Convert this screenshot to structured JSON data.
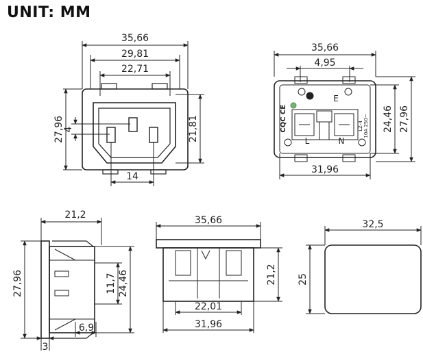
{
  "title": "UNIT: MM",
  "front_view": {
    "width_overall": "35,66",
    "width_flange": "29,81",
    "width_opening": "22,71",
    "height_overall": "27,96",
    "pin_offset": "4",
    "height_body": "21,81",
    "pin_spacing": "14"
  },
  "rear_view": {
    "width_overall": "35,66",
    "slot_width": "4,95",
    "height_inner": "24,46",
    "height_overall": "27,96",
    "width_body": "31,96",
    "terminal_earth": "E",
    "terminal_line": "L",
    "terminal_neutral": "N",
    "rating": "10A 250~",
    "model": "LZ-4",
    "cert_marks": [
      "CE",
      "CQC"
    ]
  },
  "side_view": {
    "depth_overall": "21,2",
    "height_overall": "27,96",
    "snap_height": "11,7",
    "inner_height": "24,46",
    "flange_thickness": "3",
    "panel_gap": "6,9"
  },
  "top_view": {
    "width_overall": "35,66",
    "depth": "21,2",
    "width_inner": "22,01",
    "width_body": "31,96"
  },
  "panel_cutout": {
    "width": "32,5",
    "height": "25"
  }
}
